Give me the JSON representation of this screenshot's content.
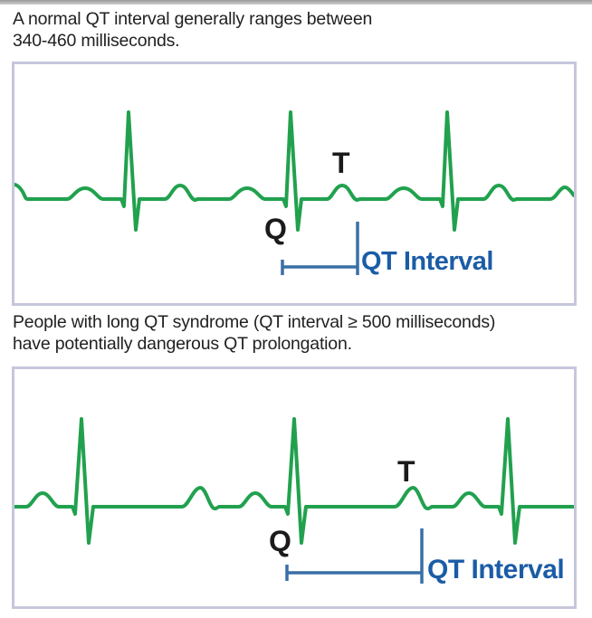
{
  "intro_text": {
    "line1": "A normal QT interval generally ranges between",
    "line2": "340-460 milliseconds."
  },
  "middle_text": {
    "line1": "People with long QT syndrome (QT interval ≥ 500 milliseconds)",
    "line2": "have potentially dangerous QT prolongation."
  },
  "normal_panel": {
    "q_label": "Q",
    "t_label": "T",
    "interval_label": "QT Interval"
  },
  "long_panel": {
    "q_label": "Q",
    "t_label": "T",
    "interval_label": "QT Interval"
  },
  "colors": {
    "trace_green": "#21a14e",
    "bracket_blue": "#3a6fa6",
    "interval_text_blue": "#1b5ca6",
    "body_text": "#232021",
    "panel_border": "#c6c6dc"
  }
}
